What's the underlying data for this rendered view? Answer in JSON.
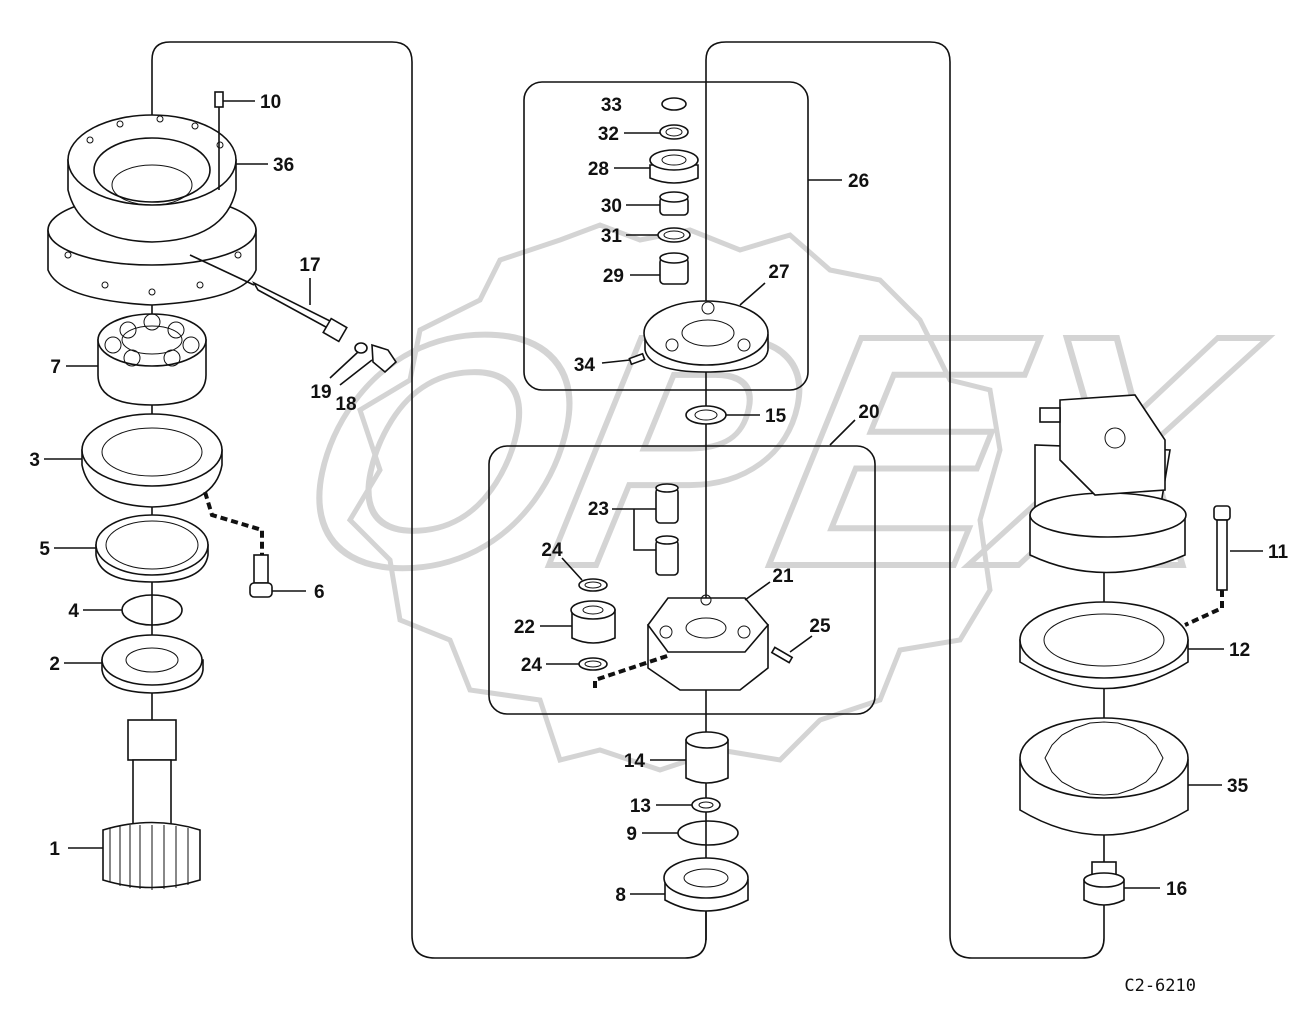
{
  "drawing": {
    "code": "C2-6210",
    "watermark": "OPEX"
  },
  "callouts": [
    {
      "id": "c1",
      "label": "1"
    },
    {
      "id": "c2",
      "label": "2"
    },
    {
      "id": "c3",
      "label": "3"
    },
    {
      "id": "c4",
      "label": "4"
    },
    {
      "id": "c5",
      "label": "5"
    },
    {
      "id": "c6",
      "label": "6"
    },
    {
      "id": "c7",
      "label": "7"
    },
    {
      "id": "c8",
      "label": "8"
    },
    {
      "id": "c9",
      "label": "9"
    },
    {
      "id": "c10",
      "label": "10"
    },
    {
      "id": "c11",
      "label": "11"
    },
    {
      "id": "c12",
      "label": "12"
    },
    {
      "id": "c13",
      "label": "13"
    },
    {
      "id": "c14",
      "label": "14"
    },
    {
      "id": "c15",
      "label": "15"
    },
    {
      "id": "c16",
      "label": "16"
    },
    {
      "id": "c17",
      "label": "17"
    },
    {
      "id": "c18",
      "label": "18"
    },
    {
      "id": "c19",
      "label": "19"
    },
    {
      "id": "c20",
      "label": "20"
    },
    {
      "id": "c21",
      "label": "21"
    },
    {
      "id": "c22",
      "label": "22"
    },
    {
      "id": "c23",
      "label": "23"
    },
    {
      "id": "c24a",
      "label": "24"
    },
    {
      "id": "c24b",
      "label": "24"
    },
    {
      "id": "c25",
      "label": "25"
    },
    {
      "id": "c26",
      "label": "26"
    },
    {
      "id": "c27",
      "label": "27"
    },
    {
      "id": "c28",
      "label": "28"
    },
    {
      "id": "c29",
      "label": "29"
    },
    {
      "id": "c30",
      "label": "30"
    },
    {
      "id": "c31",
      "label": "31"
    },
    {
      "id": "c32",
      "label": "32"
    },
    {
      "id": "c33",
      "label": "33"
    },
    {
      "id": "c34",
      "label": "34"
    },
    {
      "id": "c35",
      "label": "35"
    },
    {
      "id": "c36",
      "label": "36"
    }
  ]
}
